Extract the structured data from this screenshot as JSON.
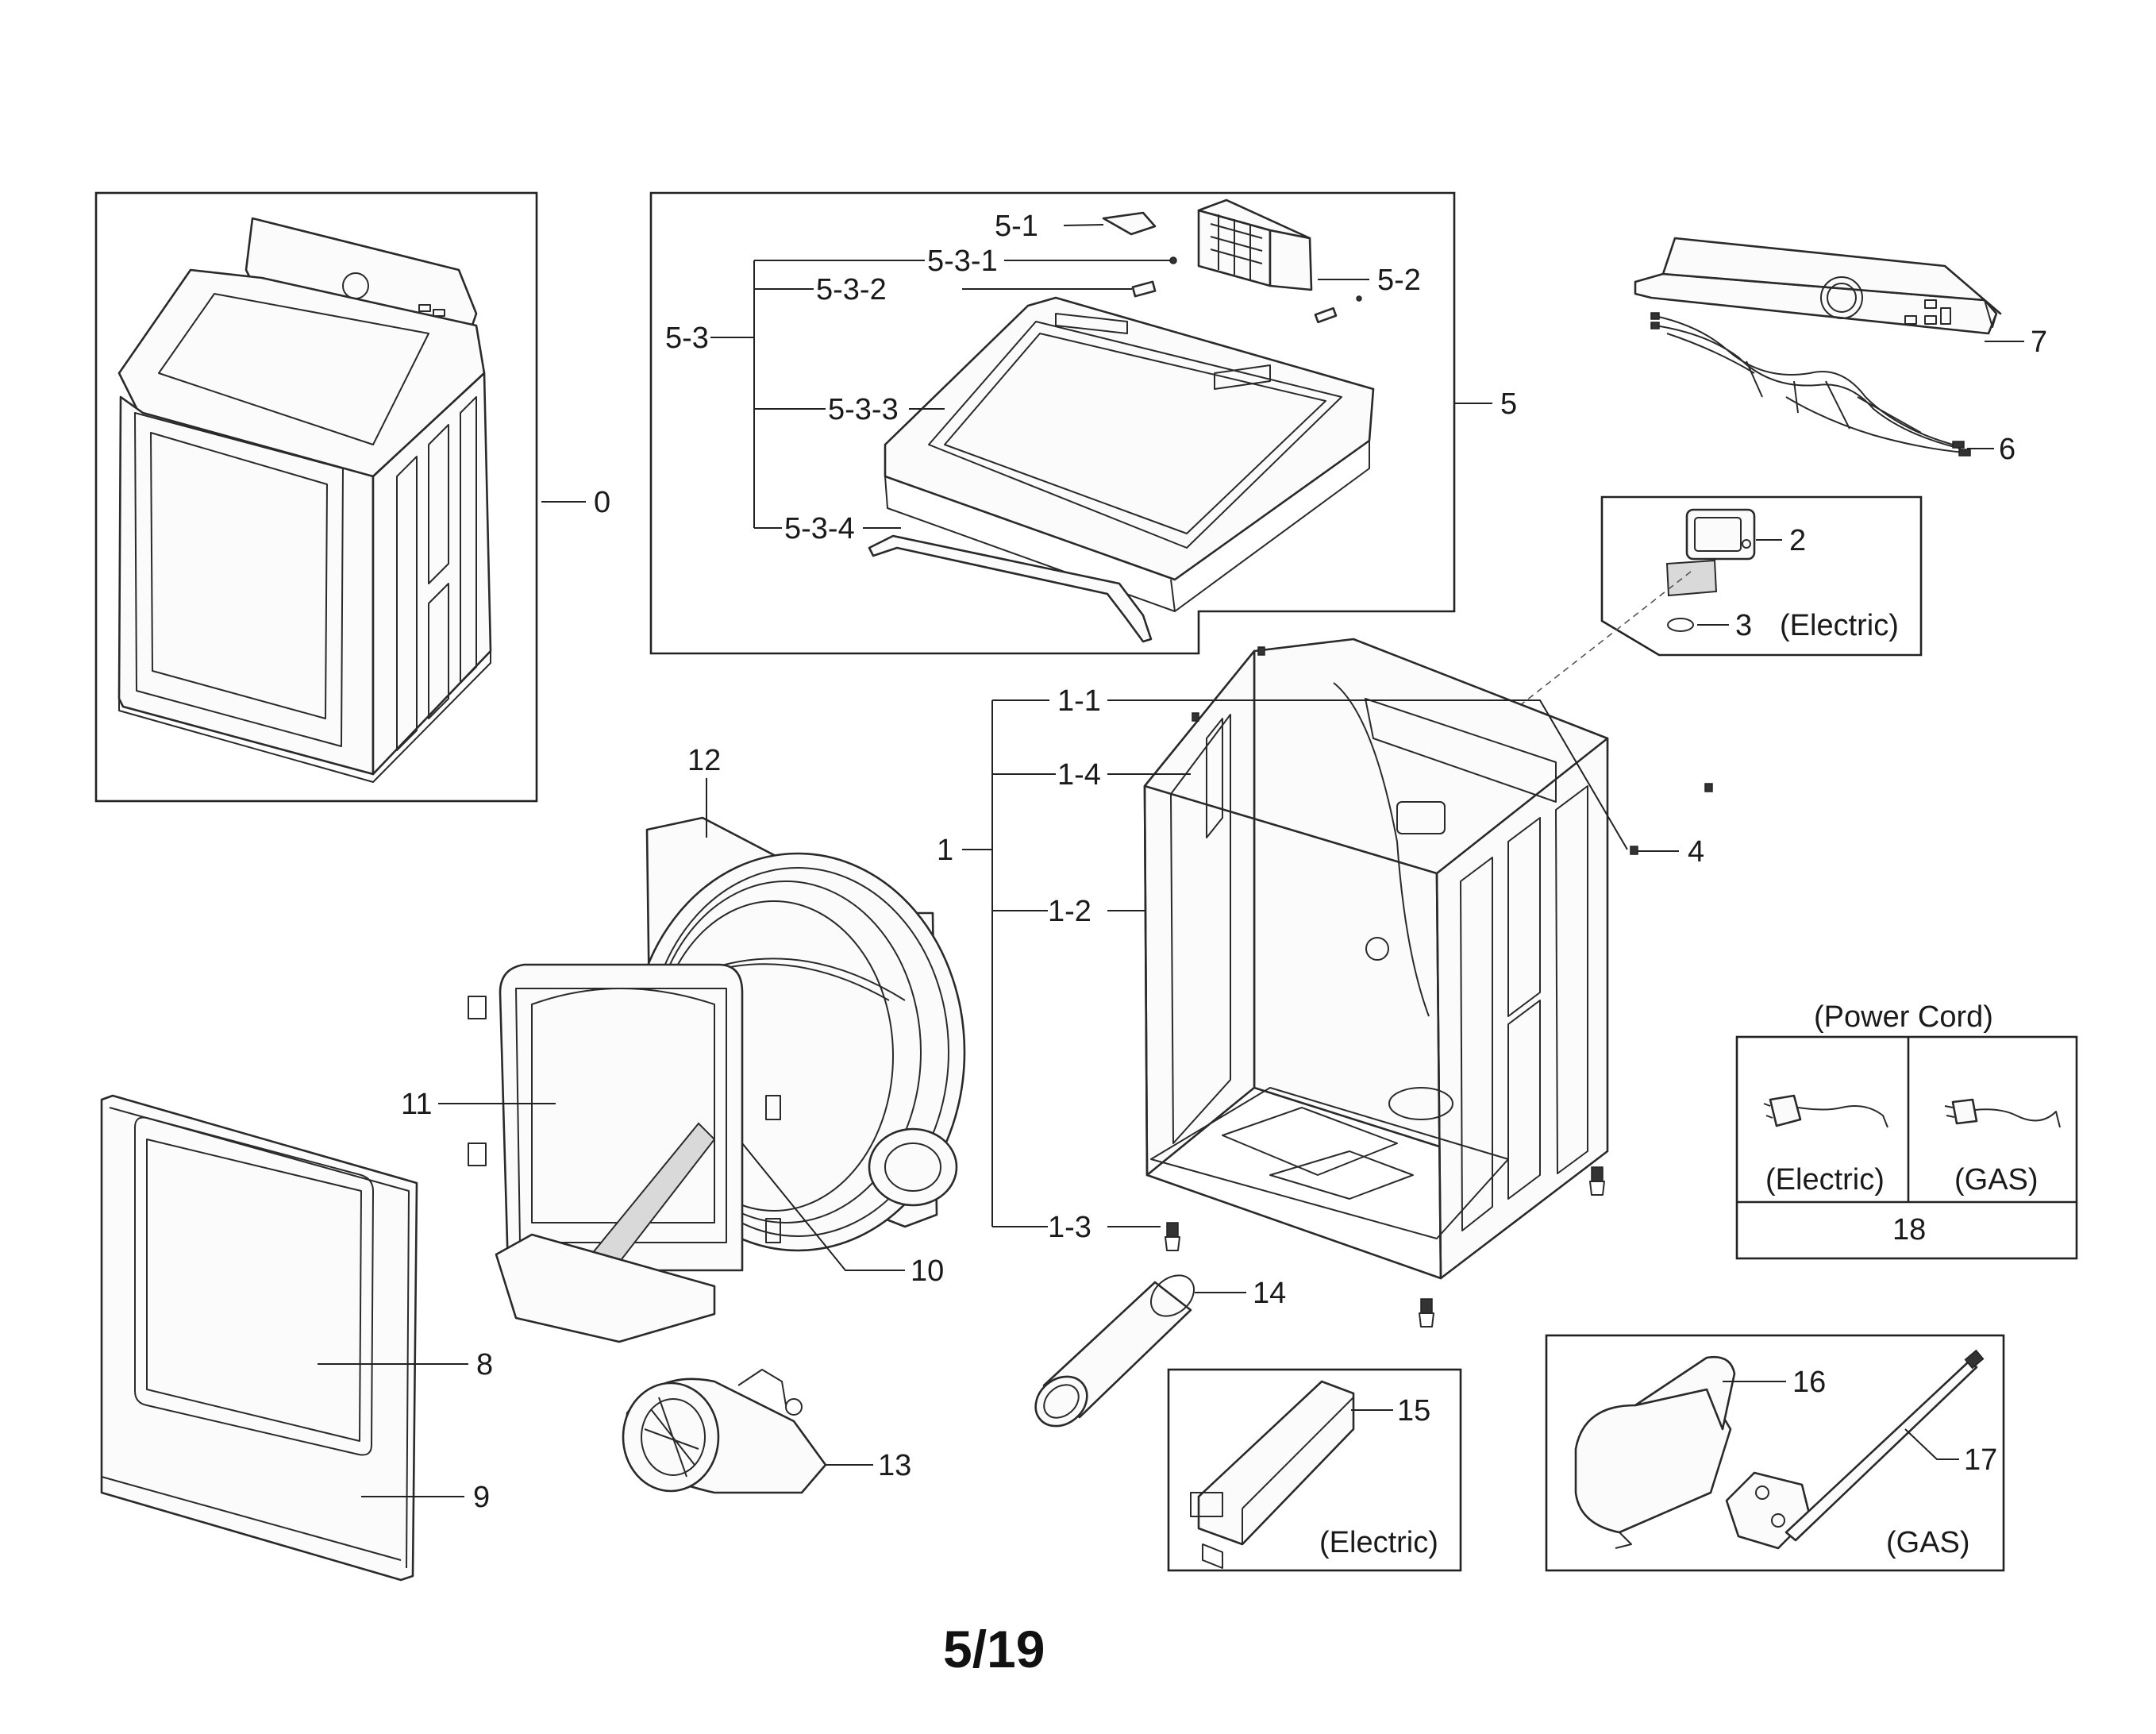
{
  "page": {
    "number": "5/19"
  },
  "callouts": {
    "p0": "0",
    "p1": "1",
    "p1_1": "1-1",
    "p1_2": "1-2",
    "p1_3": "1-3",
    "p1_4": "1-4",
    "p2": "2",
    "p3": "3",
    "p4": "4",
    "p5": "5",
    "p5_1": "5-1",
    "p5_2": "5-2",
    "p5_3": "5-3",
    "p5_3_1": "5-3-1",
    "p5_3_2": "5-3-2",
    "p5_3_3": "5-3-3",
    "p5_3_4": "5-3-4",
    "p6": "6",
    "p7": "7",
    "p8": "8",
    "p9": "9",
    "p10": "10",
    "p11": "11",
    "p12": "12",
    "p13": "13",
    "p14": "14",
    "p15": "15",
    "p16": "16",
    "p17": "17",
    "p18": "18"
  },
  "notes": {
    "electric_filter": "(Electric)",
    "power_cord_title": "(Power Cord)",
    "power_cord_electric": "(Electric)",
    "power_cord_gas": "(GAS)",
    "heater_electric": "(Electric)",
    "burner_gas": "(GAS)"
  }
}
